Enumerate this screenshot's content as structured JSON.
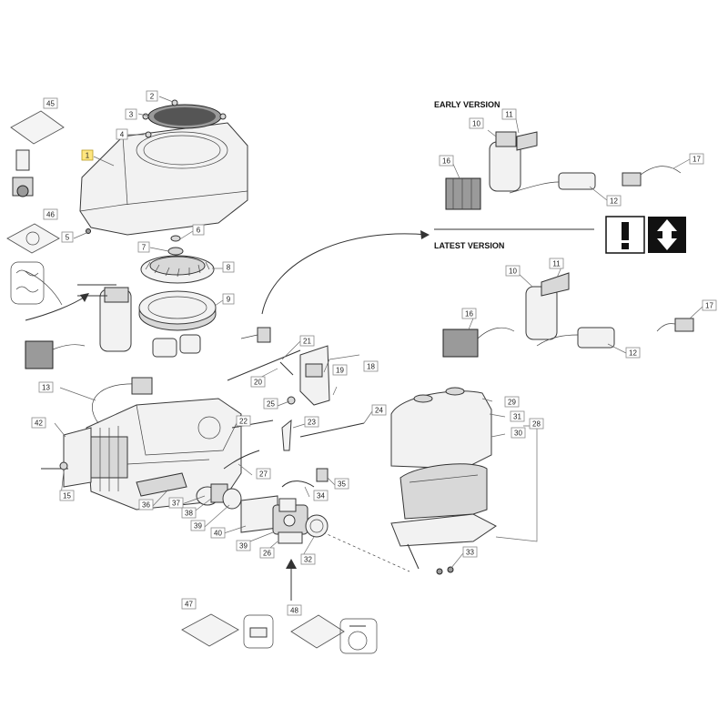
{
  "headings": {
    "early": "EARLY VERSION",
    "latest": "LATEST VERSION"
  },
  "callouts": {
    "c1": "1",
    "c2": "2",
    "c3": "3",
    "c4": "4",
    "c5": "5",
    "c6": "6",
    "c7": "7",
    "c8": "8",
    "c9": "9",
    "c10a": "10",
    "c10b": "10",
    "c11a": "11",
    "c11b": "11",
    "c12a": "12",
    "c12b": "12",
    "c13": "13",
    "c15": "15",
    "c16a": "16",
    "c16b": "16",
    "c17a": "17",
    "c17b": "17",
    "c18": "18",
    "c19": "19",
    "c20": "20",
    "c21": "21",
    "c22": "22",
    "c23": "23",
    "c24": "24",
    "c25": "25",
    "c26": "26",
    "c27": "27",
    "c28": "28",
    "c29": "29",
    "c30": "30",
    "c31": "31",
    "c32": "32",
    "c33": "33",
    "c34": "34",
    "c35": "35",
    "c36": "36",
    "c37": "37",
    "c38": "38",
    "c39a": "39",
    "c39b": "39",
    "c40": "40",
    "c42": "42",
    "c45": "45",
    "c46": "46",
    "c47": "47",
    "c48": "48"
  },
  "highlight_color": "#ffe680",
  "icons": [
    "warning-icon",
    "transport-arrows-icon"
  ]
}
